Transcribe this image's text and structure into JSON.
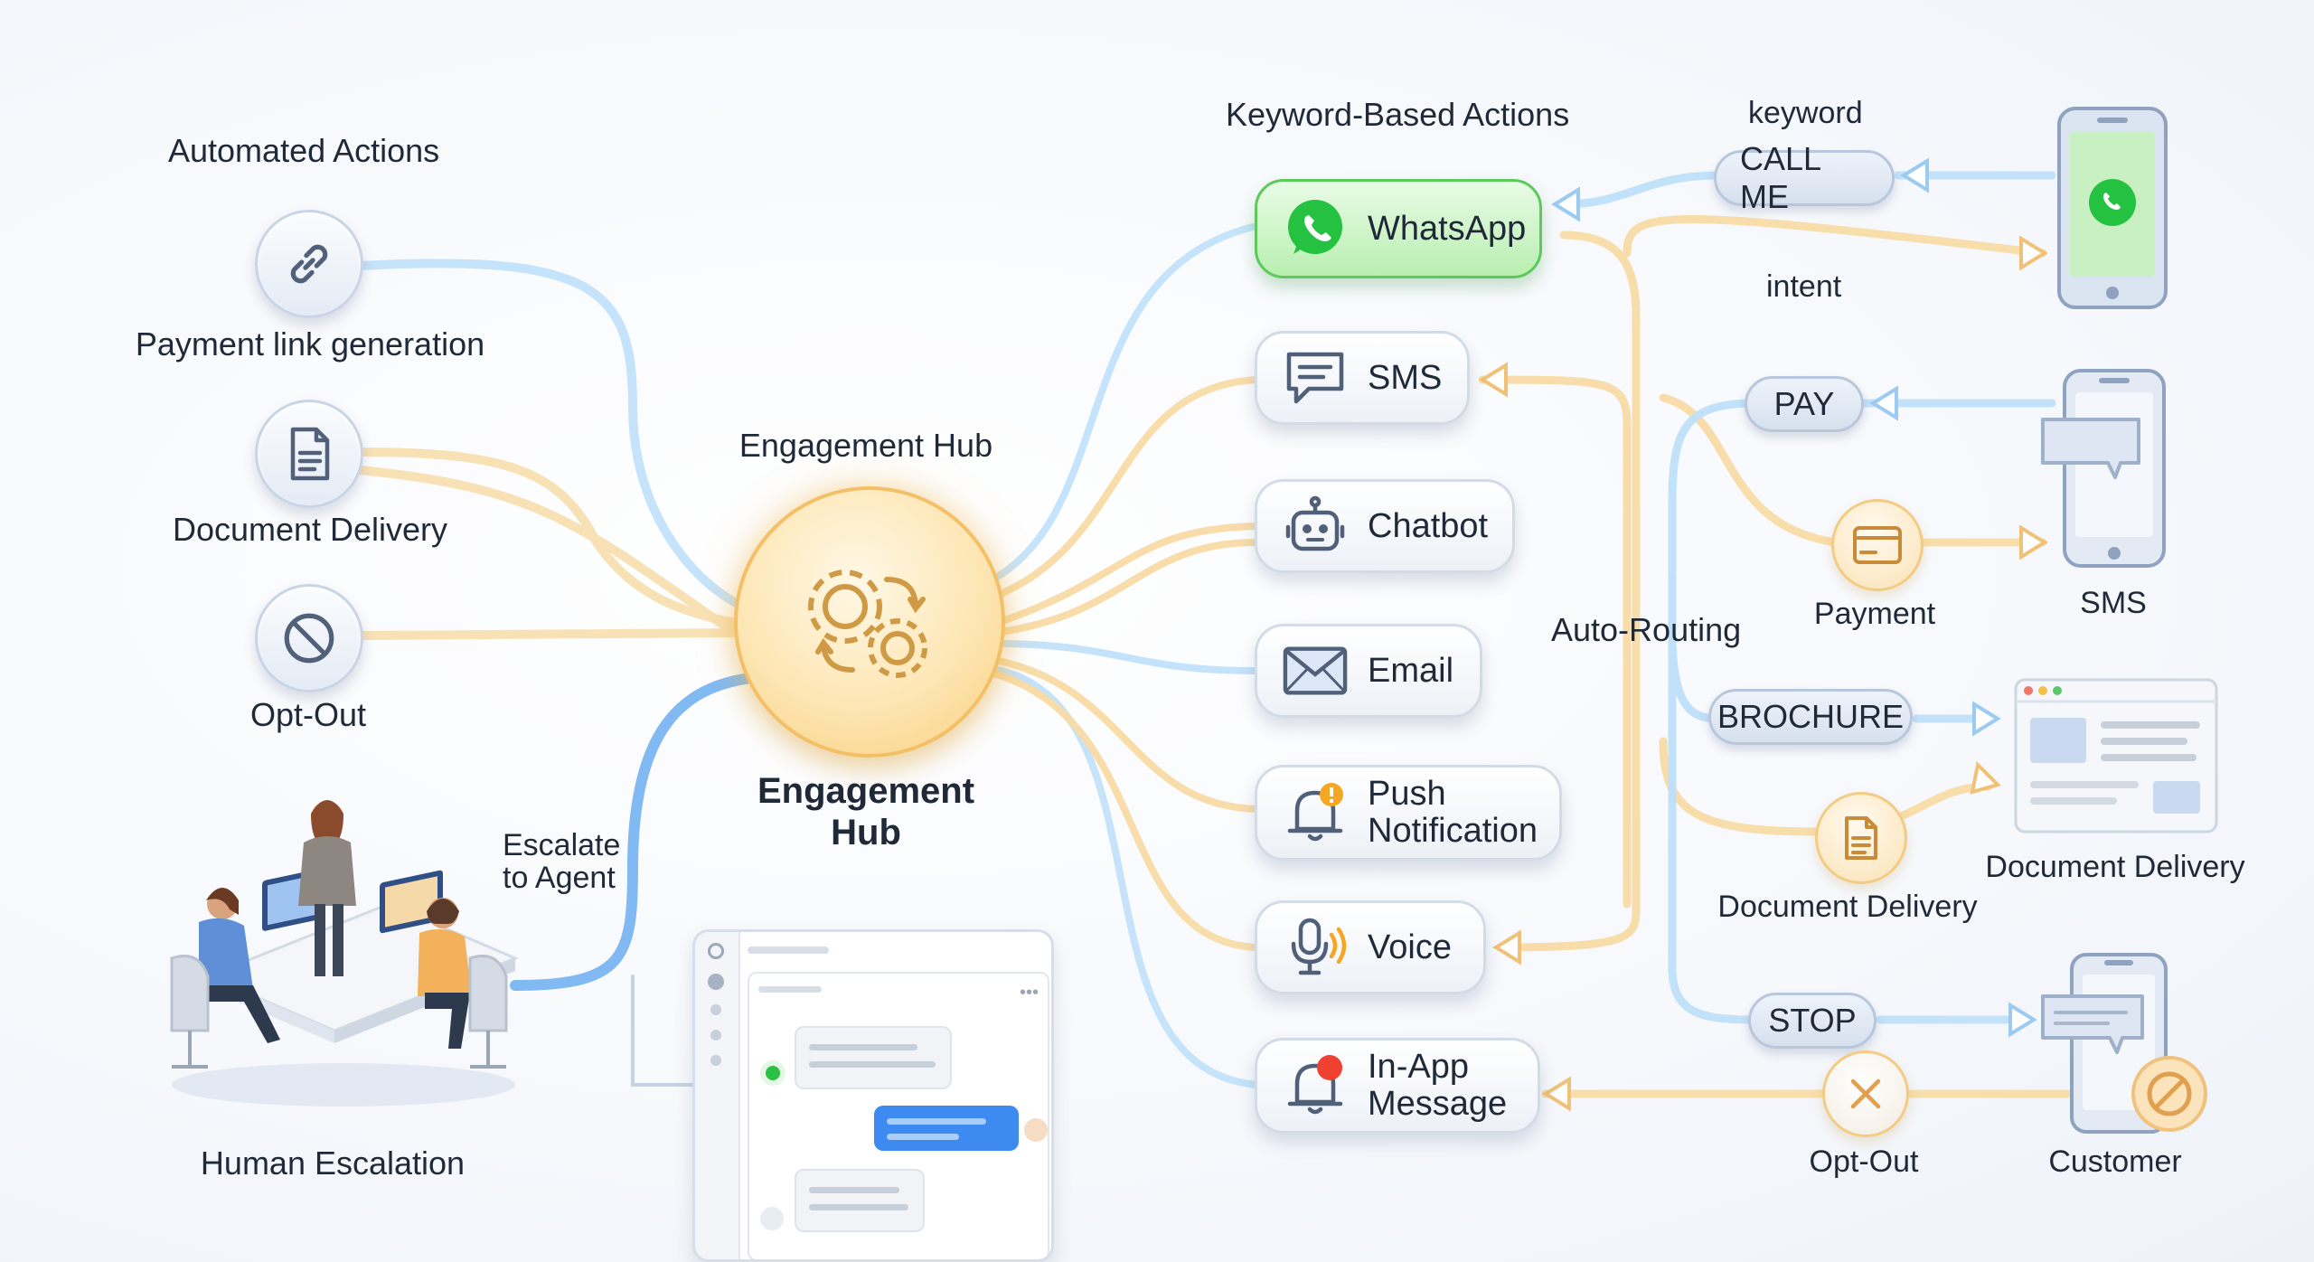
{
  "left": {
    "heading": "Automated Actions",
    "items": [
      {
        "label": "Payment link generation",
        "icon": "link-icon"
      },
      {
        "label": "Document Delivery",
        "icon": "document-icon"
      },
      {
        "label": "Opt-Out",
        "icon": "block-icon"
      }
    ],
    "escalate_line1": "Escalate",
    "escalate_line2": "to Agent",
    "human_label": "Human Escalation"
  },
  "hub": {
    "top_label": "Engagement Hub",
    "bottom_line1": "Engagement",
    "bottom_line2": "Hub",
    "icon": "gears-icon"
  },
  "channels": {
    "heading": "Keyword-Based Actions",
    "items": [
      {
        "label": "WhatsApp",
        "icon": "whatsapp-icon"
      },
      {
        "label": "SMS",
        "icon": "sms-icon"
      },
      {
        "label": "Chatbot",
        "icon": "robot-icon"
      },
      {
        "label": "Email",
        "icon": "envelope-icon"
      },
      {
        "line1": "Push",
        "line2": "Notification",
        "icon": "bell-alert-icon"
      },
      {
        "label": "Voice",
        "icon": "microphone-icon"
      },
      {
        "line1": "In-App",
        "line2": "Message",
        "icon": "bell-dot-icon"
      }
    ]
  },
  "routing": {
    "label": "Auto-Routing",
    "keyword_label": "keyword",
    "intent_label": "intent",
    "keywords": [
      "CALL ME",
      "PAY",
      "BROCHURE",
      "STOP"
    ],
    "payment_label": "Payment",
    "document_label": "Document Delivery",
    "optout_label": "Opt-Out"
  },
  "right": {
    "sms_label": "SMS",
    "document_label": "Document Delivery",
    "customer_label": "Customer"
  },
  "colors": {
    "blue_wire": "#a9d3f5",
    "orange_wire": "#f6d49a",
    "whatsapp": "#25c140",
    "hub": "#f8cf7c",
    "chat_bubble": "#3d8bf0"
  }
}
